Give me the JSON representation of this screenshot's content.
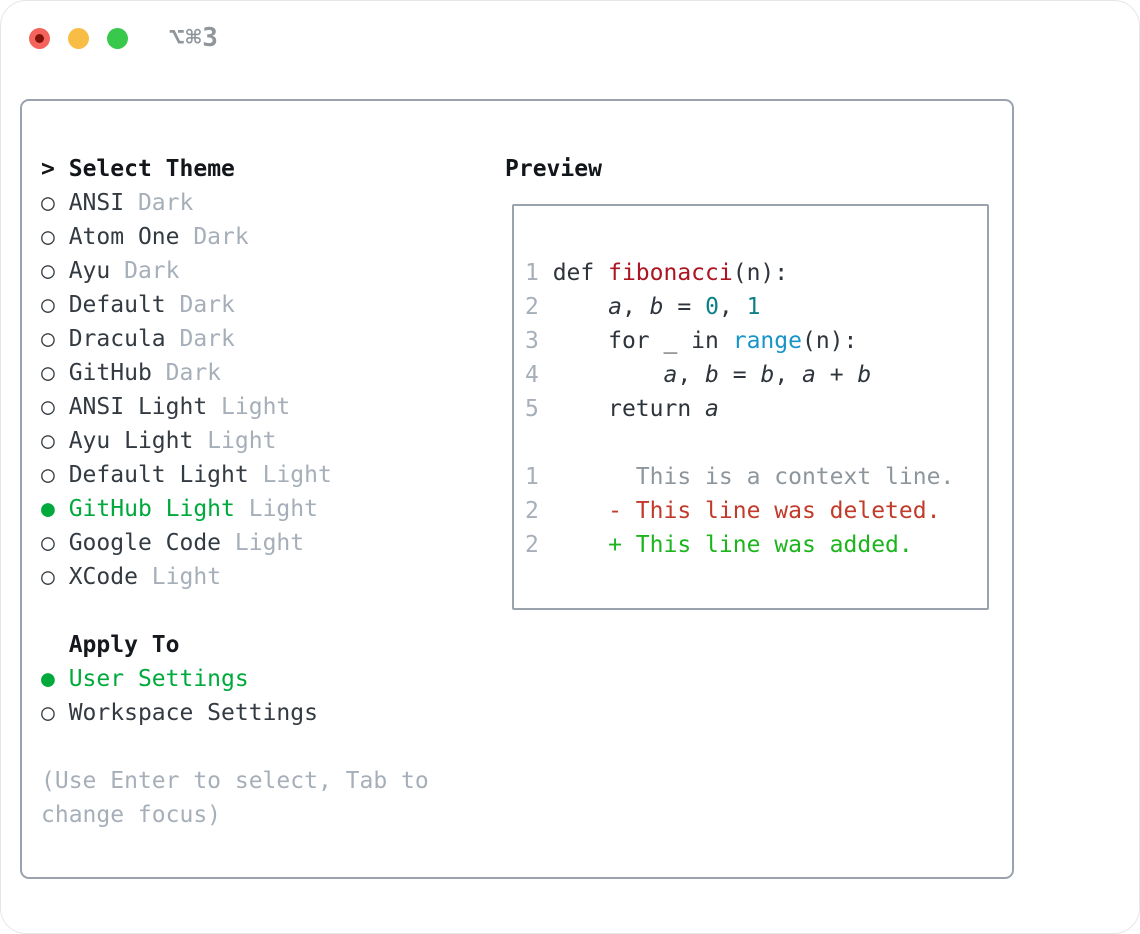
{
  "window": {
    "title": "⌥⌘3"
  },
  "colors": {
    "accent_green": "#00a93c",
    "muted_gray": "#a6afb9",
    "text_dark": "#333a41",
    "header_black": "#121519",
    "panel_border": "#9aa3ad",
    "diff_deleted_red": "#c13a2a",
    "diff_added_green": "#1cb51e",
    "function_red": "#ab1420",
    "builtin_blue": "#1795c9",
    "number_teal": "#0c7f87",
    "traffic_red": "#f4645c",
    "traffic_yellow": "#f8bd45",
    "traffic_green": "#38c94c"
  },
  "icons": {
    "header_marker": ">",
    "radio_selected": "●",
    "radio_unselected": "○"
  },
  "left": {
    "header": "Select Theme",
    "themes": [
      {
        "name": "ANSI",
        "variant": "Dark",
        "selected": false
      },
      {
        "name": "Atom One",
        "variant": "Dark",
        "selected": false
      },
      {
        "name": "Ayu",
        "variant": "Dark",
        "selected": false
      },
      {
        "name": "Default",
        "variant": "Dark",
        "selected": false
      },
      {
        "name": "Dracula",
        "variant": "Dark",
        "selected": false
      },
      {
        "name": "GitHub",
        "variant": "Dark",
        "selected": false
      },
      {
        "name": "ANSI Light",
        "variant": "Light",
        "selected": false
      },
      {
        "name": "Ayu Light",
        "variant": "Light",
        "selected": false
      },
      {
        "name": "Default Light",
        "variant": "Light",
        "selected": false
      },
      {
        "name": "GitHub Light",
        "variant": "Light",
        "selected": true
      },
      {
        "name": "Google Code",
        "variant": "Light",
        "selected": false
      },
      {
        "name": "XCode",
        "variant": "Light",
        "selected": false
      }
    ],
    "apply_header": "Apply To",
    "apply_options": [
      {
        "name": "User Settings",
        "selected": true
      },
      {
        "name": "Workspace Settings",
        "selected": false
      }
    ],
    "hint_lines": [
      "(Use Enter to select, Tab to",
      "change focus)"
    ]
  },
  "preview": {
    "header": "Preview",
    "code_lines": [
      [
        [
          "ln",
          "1 "
        ],
        [
          "d",
          "def "
        ],
        [
          "fn",
          "fibonacci"
        ],
        [
          "d",
          "(n):"
        ]
      ],
      [
        [
          "ln",
          "2 "
        ],
        [
          "d",
          "    "
        ],
        [
          "v",
          "a"
        ],
        [
          "d",
          ", "
        ],
        [
          "v",
          "b"
        ],
        [
          "d",
          " = "
        ],
        [
          "num",
          "0"
        ],
        [
          "d",
          ", "
        ],
        [
          "num",
          "1"
        ]
      ],
      [
        [
          "ln",
          "3 "
        ],
        [
          "d",
          "    for _ in "
        ],
        [
          "b",
          "range"
        ],
        [
          "d",
          "(n):"
        ]
      ],
      [
        [
          "ln",
          "4 "
        ],
        [
          "d",
          "        "
        ],
        [
          "v",
          "a"
        ],
        [
          "d",
          ", "
        ],
        [
          "v",
          "b"
        ],
        [
          "d",
          " = "
        ],
        [
          "v",
          "b"
        ],
        [
          "d",
          ", "
        ],
        [
          "v",
          "a"
        ],
        [
          "d",
          " + "
        ],
        [
          "v",
          "b"
        ]
      ],
      [
        [
          "ln",
          "5 "
        ],
        [
          "d",
          "    return "
        ],
        [
          "v",
          "a"
        ]
      ]
    ],
    "diff_lines": [
      [
        [
          "ln",
          "1"
        ],
        [
          "ctx",
          "       This is a context line."
        ]
      ],
      [
        [
          "ln",
          "2"
        ],
        [
          "del",
          "     - This line was deleted."
        ]
      ],
      [
        [
          "ln",
          "2"
        ],
        [
          "add",
          "     + This line was added."
        ]
      ]
    ]
  }
}
